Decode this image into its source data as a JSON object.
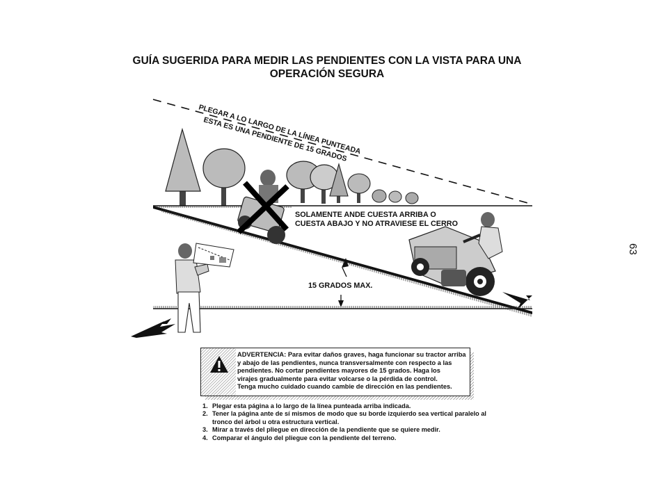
{
  "title": {
    "line1": "GUÍA SUGERIDA PARA MEDIR LAS PENDIENTES CON LA VISTA PARA UNA",
    "line2": "OPERACIÓN SEGURA"
  },
  "illustration": {
    "fold_line_label_1": "PLEGAR A LO LARGO DE LA LÍNEA PUNTEADA",
    "fold_line_label_2": "ESTA ES UNA PENDIENTE DE 15 GRADOS",
    "instruction_line_1": "SOLAMENTE ANDE CUESTA ARRIBA O",
    "instruction_line_2": "CUESTA ABAJO Y NO ATRAVIESE EL CERRO",
    "angle_label": "15 GRADOS MAX."
  },
  "warning": {
    "lines": [
      "ADVERTENCIA: Para evitar daños graves, haga funcionar su tractor arriba",
      "y abajo de las pendientes, nunca transversalmente con respecto a las",
      "pendientes. No cortar pendientes mayores de 15 grados. Haga los",
      "virajes gradualmente para evitar volcarse o la pérdida de control.",
      "Tenga mucho cuidado cuando cambie de dirección en las pendientes."
    ]
  },
  "steps": [
    {
      "num": "1.",
      "text": "Plegar esta página a lo largo de la línea punteada arriba indicada."
    },
    {
      "num": "2.",
      "text": "Tener la página ante de sí mismos de modo  que su borde izquierdo sea vertical paralelo al tronco del árbol u otra estructura vertical."
    },
    {
      "num": "3.",
      "text": "Mirar a través del pliegue en dirección de la pendiente que se quiere medir."
    },
    {
      "num": "4.",
      "text": "Comparar el ángulo del pliegue con la pendiente del terreno."
    }
  ],
  "page_number": "63"
}
